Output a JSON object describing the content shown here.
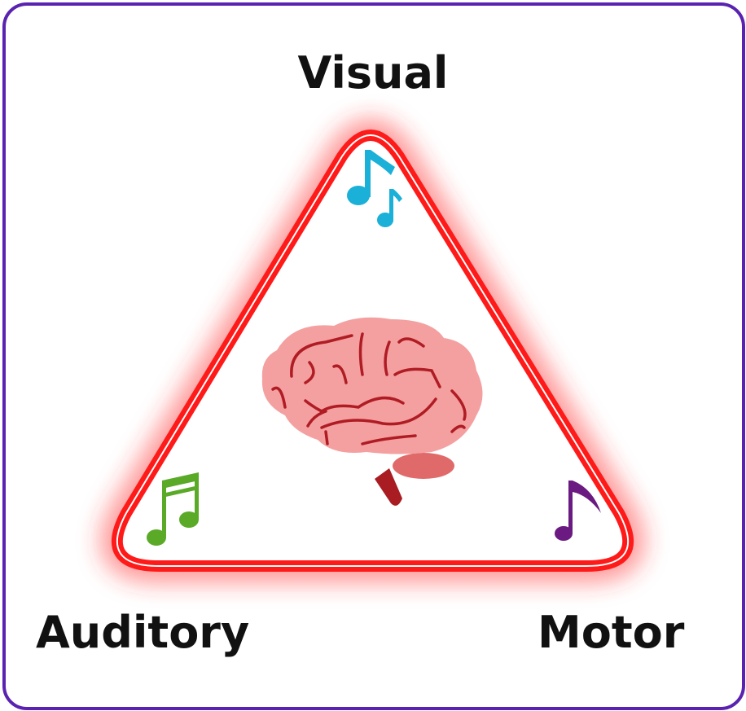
{
  "labels": {
    "top": "Visual",
    "left": "Auditory",
    "right": "Motor"
  },
  "colors": {
    "frame": "#5a22b0",
    "triangle": "#ff1a1a",
    "brain": "#f4a0a0",
    "brain_lines": "#b01c24",
    "note_top": "#1ab0d8",
    "note_left": "#5aaa28",
    "note_right": "#6a1a80"
  },
  "icons": {
    "center": "brain-icon",
    "top": "music-notes-icon",
    "left": "beamed-notes-icon",
    "right": "eighth-note-icon"
  }
}
